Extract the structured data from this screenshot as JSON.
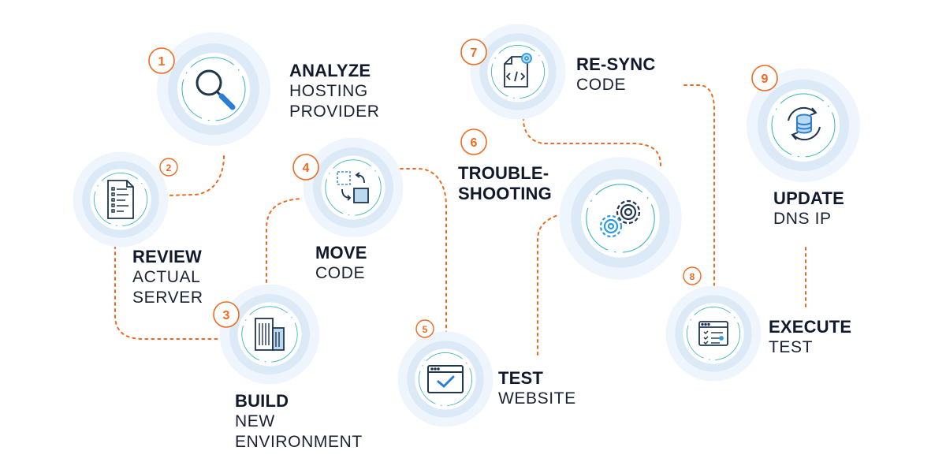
{
  "steps": [
    {
      "num": "1",
      "title": "ANALYZE",
      "lines": [
        "HOSTING",
        "PROVIDER"
      ],
      "icon": "magnifier-icon"
    },
    {
      "num": "2",
      "title": "REVIEW",
      "lines": [
        "ACTUAL",
        "SERVER"
      ],
      "icon": "document-icon"
    },
    {
      "num": "3",
      "title": "BUILD",
      "lines": [
        "NEW",
        "ENVIRONMENT"
      ],
      "icon": "building-icon"
    },
    {
      "num": "4",
      "title": "MOVE",
      "lines": [
        "CODE"
      ],
      "icon": "move-squares-icon"
    },
    {
      "num": "5",
      "title": "TEST",
      "lines": [
        "WEBSITE"
      ],
      "icon": "browser-check-icon"
    },
    {
      "num": "6",
      "title": "TROUBLE-",
      "lines": [
        "SHOOTING"
      ],
      "icon": "gears-icon"
    },
    {
      "num": "7",
      "title": "RE-SYNC",
      "lines": [
        "CODE"
      ],
      "icon": "code-file-icon"
    },
    {
      "num": "8",
      "title": "EXECUTE",
      "lines": [
        "TEST"
      ],
      "icon": "checklist-window-icon"
    },
    {
      "num": "9",
      "title": "UPDATE",
      "lines": [
        "DNS IP"
      ],
      "icon": "database-sync-icon"
    }
  ],
  "colors": {
    "accent": "#ef6a1f",
    "icon": "#1f3550",
    "icon_fill": "#bcd9ef",
    "ring_light": "#eef5fd",
    "ring_mid": "#dceaf8",
    "dash": "#3bb3c0"
  }
}
